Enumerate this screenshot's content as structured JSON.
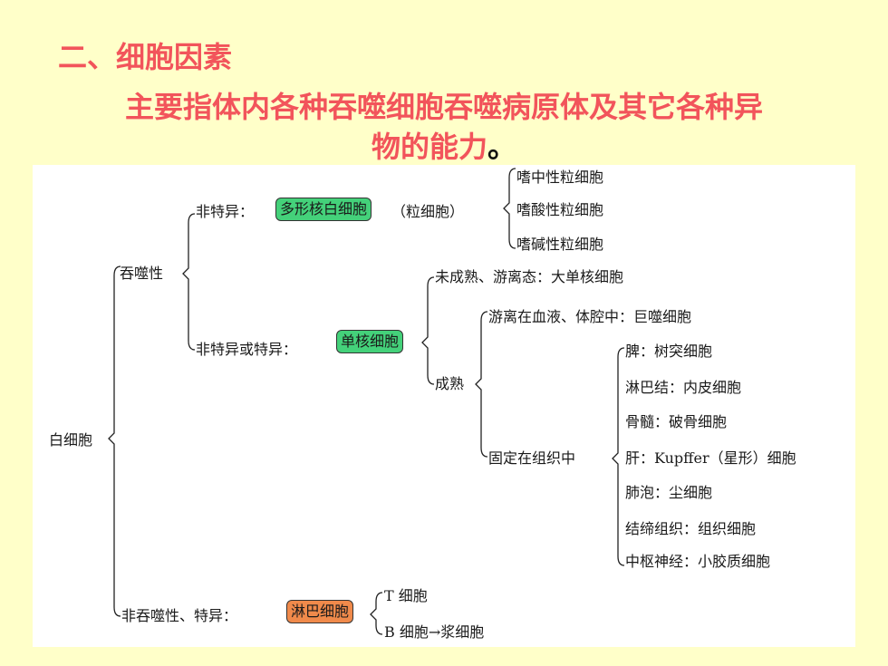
{
  "heading": {
    "title": "二、细胞因素",
    "subtitle_line1": "主要指体内各种吞噬细胞吞噬病原体及其它各种异",
    "subtitle_line2": "物的能力",
    "subtitle_period": "。"
  },
  "tree": {
    "root": "白细胞",
    "phagocytic": "吞噬性",
    "nonspecific": "非特异：",
    "pmn": "多形核白细胞",
    "granulocyte": "（粒细胞）",
    "neutrophil": "嗜中性粒细胞",
    "eosinophil": "嗜酸性粒细胞",
    "basophil": "嗜碱性粒细胞",
    "nonspecific_or_specific": "非特异或特异：",
    "mononuclear": "单核细胞",
    "immature": "未成熟、游离态：大单核细胞",
    "mature": "成熟",
    "free": "游离在血液、体腔中：巨噬细胞",
    "fixed": "固定在组织中",
    "tissues": [
      "脾：树突细胞",
      "淋巴结：内皮细胞",
      "骨髓：破骨细胞",
      "肝：Kupffer（星形）细胞",
      "肺泡：尘细胞",
      "结缔组织：组织细胞",
      "中枢神经：小胶质细胞"
    ],
    "nonphagocytic": "非吞噬性、特异：",
    "lymphocyte": "淋巴细胞",
    "t_cell": "T 细胞",
    "b_cell": "B 细胞→浆细胞"
  },
  "colors": {
    "title": "#f2545b",
    "background": "#ffffc9",
    "green_box": "#44d17a",
    "orange_box": "#f08a4b"
  }
}
